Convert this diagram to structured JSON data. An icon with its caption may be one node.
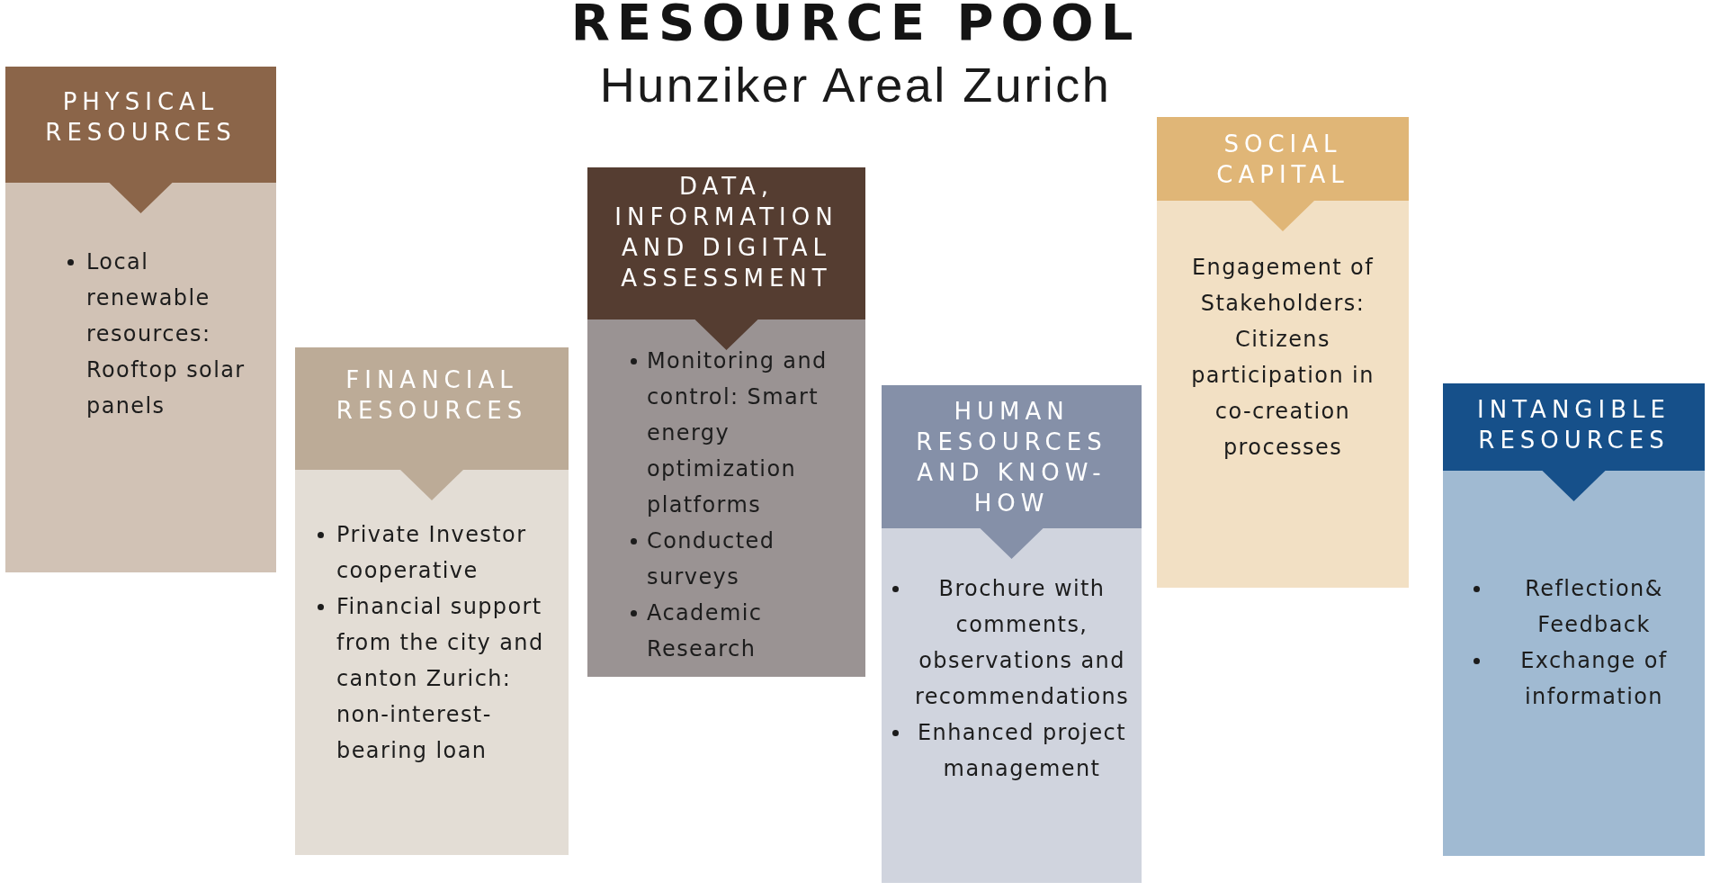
{
  "diagram": {
    "title": "RESOURCE POOL",
    "nodes": [
      {
        "text": [
          "PHYSICAL RESOURCES",
          "Local renewable resources: Rooftop solar panels"
        ]
      },
      {
        "text": [
          "FINANCIAL RESOURCES",
          "Private Investor cooperative",
          "Financial support from the city and canton Zurich: non-interest-bearing loan"
        ]
      },
      {
        "text": [
          "DATA, INFORMATION AND DIGITAL ASSESSMENT",
          "Monitoring and control: Smart energy optimization platforms",
          "Conducted surveys",
          "Academic Research"
        ]
      },
      {
        "text": [
          "HUMAN RESOURCES AND KNOW-HOW",
          "Brochure with comments, observations and recommendations",
          "Enhanced project management"
        ]
      },
      {
        "text": [
          "SOCIAL CAPITAL",
          "Engagement of Stakeholders: Citizens participation in co-creation processes"
        ]
      },
      {
        "text": [
          "INTANGIBLE RESOURCES",
          "Reflection& Feedback",
          "Exchange of information"
        ]
      }
    ],
    "labels": [
      "Hunziker Areal Zurich"
    ]
  }
}
